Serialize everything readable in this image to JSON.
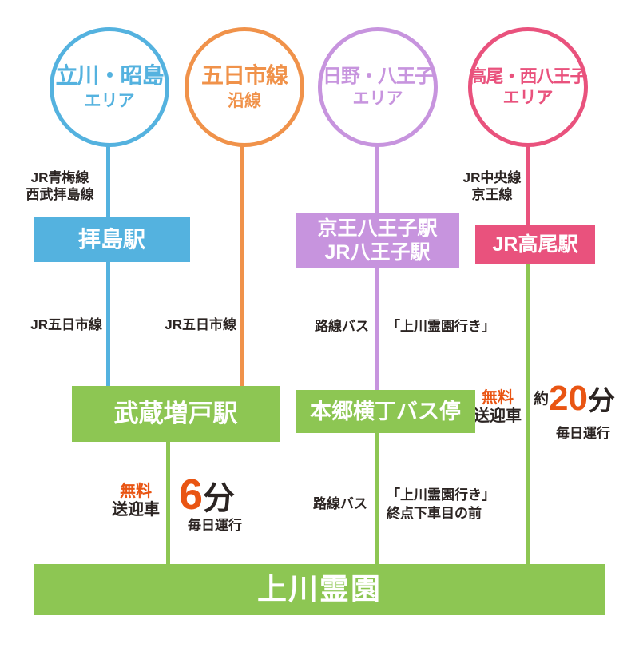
{
  "colors": {
    "blue": "#54b2df",
    "orange": "#f0924a",
    "purple": "#c794de",
    "pink": "#e9527d",
    "green": "#8dc653",
    "accent_orange": "#e95513",
    "text": "#2b2422"
  },
  "areas": [
    {
      "title": "立川・昭島",
      "subtitle": "エリア"
    },
    {
      "title": "五日市線",
      "subtitle": "沿線"
    },
    {
      "title": "日野・八王子",
      "subtitle": "エリア"
    },
    {
      "title": "高尾・西八王子",
      "subtitle": "エリア"
    }
  ],
  "stations": {
    "haijima": {
      "name": "拝島駅",
      "lines_above": [
        "JR青梅線",
        "西武拝島線"
      ]
    },
    "hachioji": {
      "name_line1": "京王八王子駅",
      "name_line2": "JR八王子駅"
    },
    "takao": {
      "name": "JR高尾駅",
      "lines_above": [
        "JR中央線",
        "京王線"
      ]
    },
    "musashimasuko": {
      "name": "武蔵増戸駅"
    },
    "hongoyokocho": {
      "name": "本郷横丁バス停"
    }
  },
  "connections": {
    "itsukaichi_left": "JR五日市線",
    "itsukaichi_right": "JR五日市線",
    "bus_upper_label": "路線バス",
    "bus_upper_dest": "「上川霊園行き」",
    "bus_lower_label": "路線バス",
    "bus_lower_dest_line1": "「上川霊園行き」",
    "bus_lower_dest_line2": "終点下車目の前"
  },
  "shuttle_left": {
    "free": "無料",
    "vehicle": "送迎車",
    "minutes": "6",
    "unit": "分",
    "schedule": "毎日運行"
  },
  "shuttle_right": {
    "free": "無料",
    "vehicle": "送迎車",
    "approx": "約",
    "minutes": "20",
    "unit": "分",
    "schedule": "毎日運行"
  },
  "destination": {
    "name": "上川霊園"
  }
}
